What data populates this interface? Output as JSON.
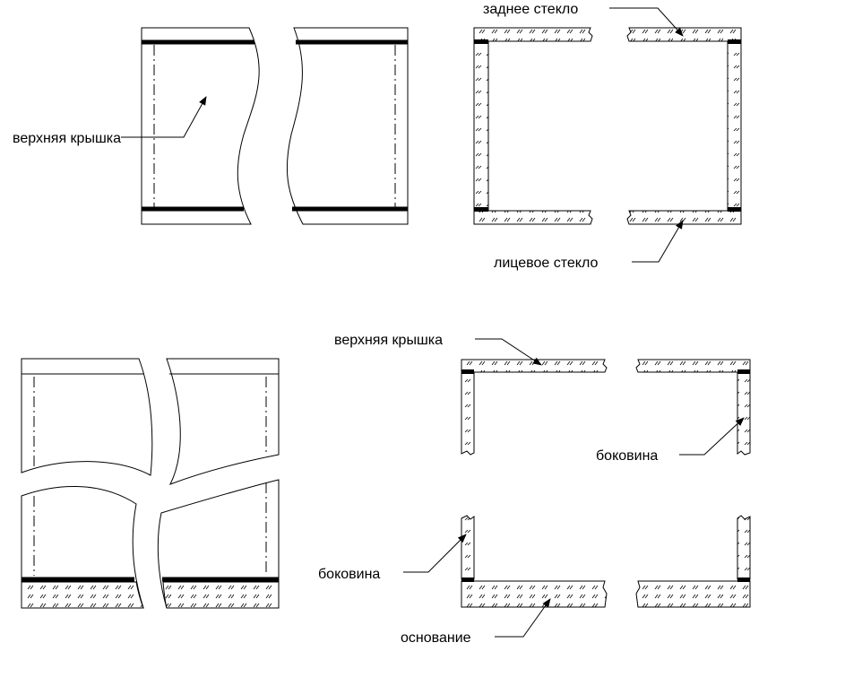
{
  "labels": {
    "top_left_cover": "верхняя крышка",
    "back_glass": "заднее стекло",
    "front_glass": "лицевое стекло",
    "bottom_right_cover": "верхняя крышка",
    "side_upper": "боковина",
    "side_lower": "боковина",
    "base": "основание"
  },
  "colors": {
    "line": "#000000",
    "background": "#ffffff"
  }
}
